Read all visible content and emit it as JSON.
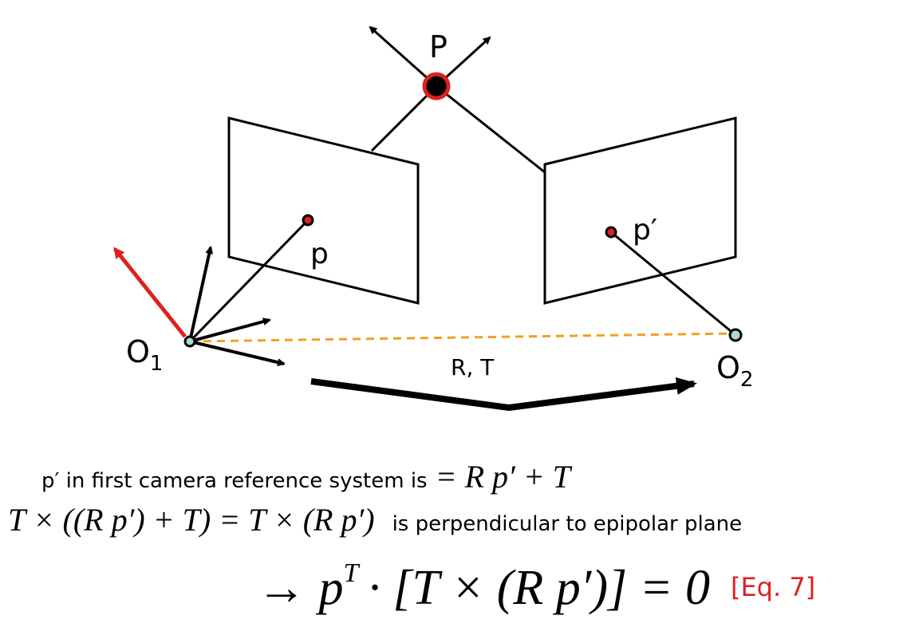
{
  "labels": {
    "point_3d": "P",
    "image_point_1": "p",
    "image_point_2": "p′",
    "camera_1": "O",
    "camera_1_sub": "1",
    "camera_2": "O",
    "camera_2_sub": "2",
    "transform": "R, T"
  },
  "equations": {
    "line1_text": "p′ in first camera reference system is",
    "line1_math": "= R p′ + T",
    "line2_math": "T × ((R p′) + T) = T × (R p′)",
    "line2_text": "is perpendicular to epipolar plane",
    "line3_math_prefix": "→ p",
    "line3_math_sup": "T",
    "line3_math_rest": "· [T × (R p′)] = 0",
    "tag": "[Eq. 7]"
  },
  "colors": {
    "ink": "#000000",
    "highlight_red": "#e02020",
    "baseline_orange": "#f0a020",
    "camera_center": "#a8d8d8"
  }
}
